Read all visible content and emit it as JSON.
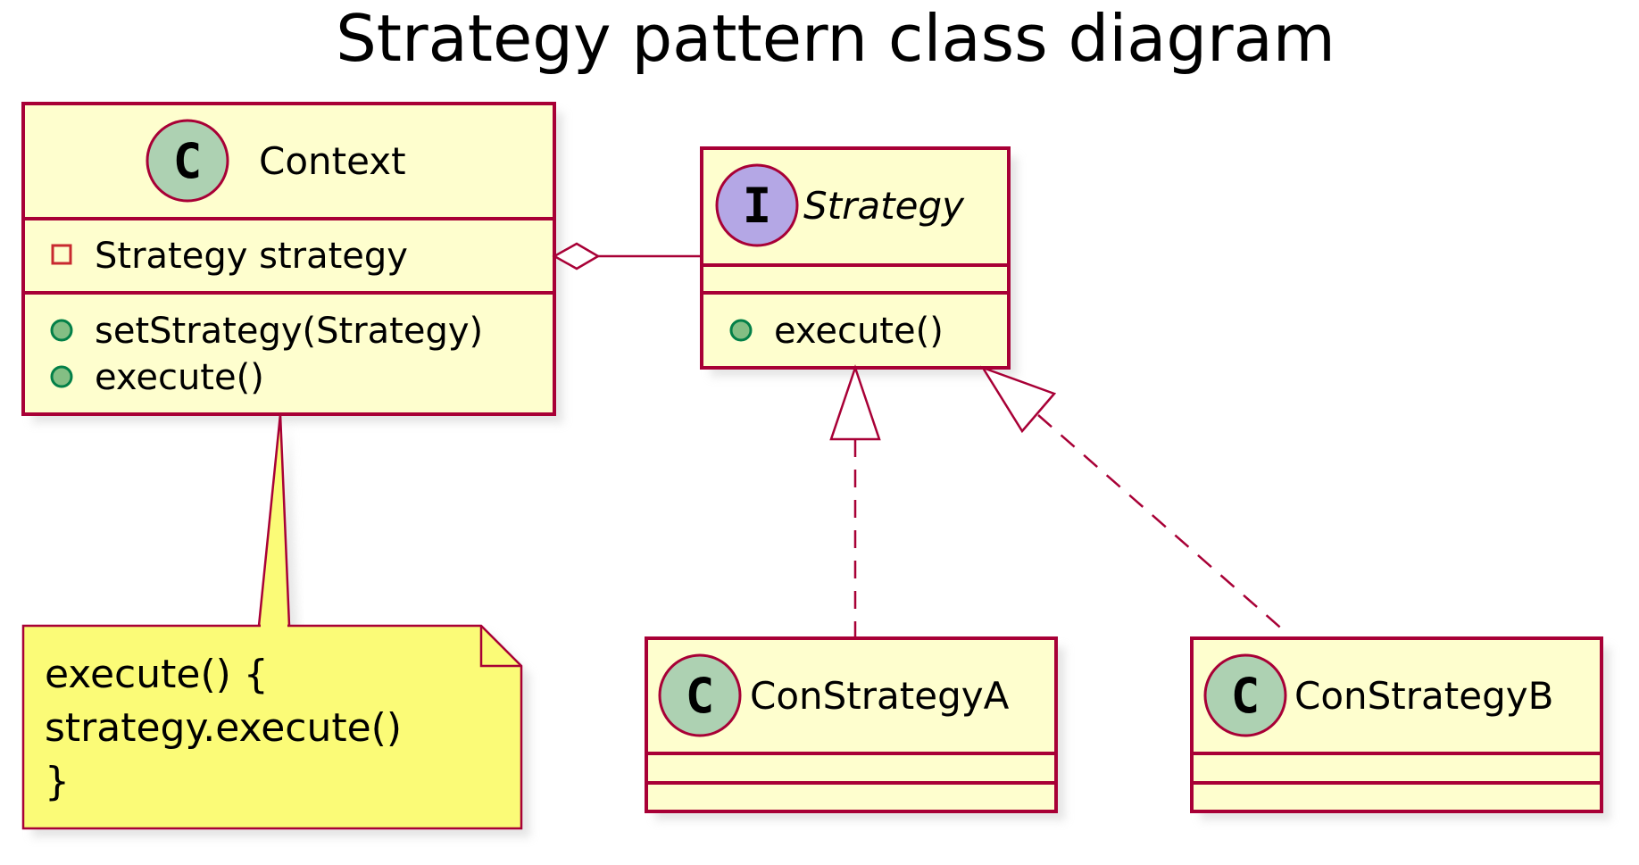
{
  "title": "Strategy pattern class diagram",
  "colors": {
    "class_fill": "#FEFECE",
    "border": "#A80036",
    "class_badge": "#ADD1B2",
    "interface_badge": "#B4A7E5",
    "note_fill": "#FBFB77",
    "public_marker": "#84BE84",
    "private_marker": "#C82930"
  },
  "context": {
    "badge": "C",
    "name": "Context",
    "field": "Strategy strategy",
    "methods": [
      "setStrategy(Strategy)",
      "execute()"
    ]
  },
  "strategy": {
    "badge": "I",
    "name": "Strategy",
    "methods": [
      "execute()"
    ]
  },
  "con_a": {
    "badge": "C",
    "name": "ConStrategyA"
  },
  "con_b": {
    "badge": "C",
    "name": "ConStrategyB"
  },
  "note": {
    "lines": [
      "execute() {",
      "strategy.execute()",
      "}"
    ]
  },
  "relations": [
    {
      "from": "Context",
      "to": "Strategy",
      "kind": "aggregation"
    },
    {
      "from": "ConStrategyA",
      "to": "Strategy",
      "kind": "realization"
    },
    {
      "from": "ConStrategyB",
      "to": "Strategy",
      "kind": "realization"
    }
  ]
}
